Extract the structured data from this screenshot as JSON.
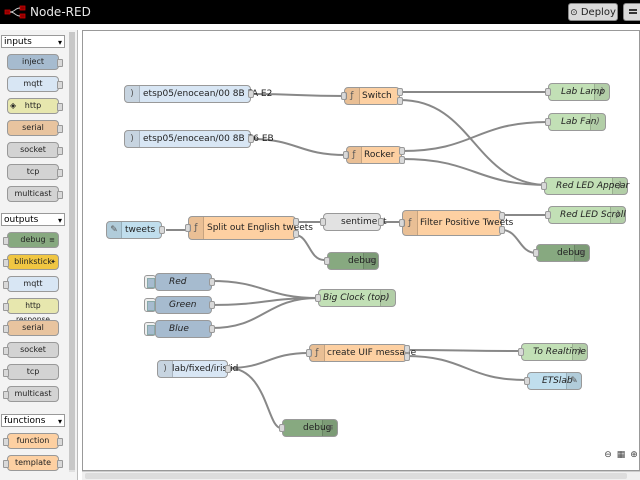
{
  "app": {
    "title": "Node-RED",
    "deploy_label": "Deploy"
  },
  "palette": {
    "categories": [
      {
        "label": "inputs",
        "nodes": [
          "inject",
          "mqtt",
          "http",
          "serial",
          "socket",
          "tcp",
          "multicast"
        ]
      },
      {
        "label": "outputs",
        "nodes": [
          "debug",
          "blinkstick",
          "mqtt",
          "http response",
          "serial",
          "socket",
          "tcp",
          "multicast"
        ]
      },
      {
        "label": "functions",
        "nodes": [
          "function",
          "template"
        ]
      }
    ]
  },
  "flow": {
    "nodes": {
      "enocean1": "etsp05/enocean/00 8B FA E2",
      "enocean2": "etsp05/enocean/00 8B 76 EB",
      "switch": "Switch",
      "rocker": "Rocker",
      "lab_lamp": "Lab Lamp",
      "lab_fan": "Lab Fan",
      "red_led_appear": "Red LED Appear",
      "red_led_scroll": "Red LED Scroll",
      "tweets": "tweets",
      "split_english": "Split out English tweets",
      "sentiment": "sentiment",
      "filter_positive": "Filter Positive Tweets",
      "debug1": "debug",
      "debug2": "debug",
      "red": "Red",
      "green": "Green",
      "blue": "Blue",
      "big_clock": "Big Clock (top)",
      "iris": "lab/fixed/iris/id",
      "create_uif": "create UIF message",
      "to_realtime": "To Realtime",
      "etslab": "ETSlab",
      "debug3": "debug"
    }
  },
  "colors": {
    "inject": "#a6bbcf",
    "mqtt": "#d8e6f4",
    "http": "#e7e7ae",
    "serial": "#e8c49f",
    "socket": "#d3d3d3",
    "function": "#fdd0a2",
    "debug": "#87a980",
    "output_light": "#c2e0b6",
    "blinkstick": "#f0c642",
    "sentiment": "#e2e2e2",
    "twitter": "#c0deed"
  },
  "icons": {
    "inject": "arrow-in-icon",
    "function": "function-icon",
    "debug": "list-icon",
    "twitter": "bird-icon",
    "http": "globe-icon"
  }
}
